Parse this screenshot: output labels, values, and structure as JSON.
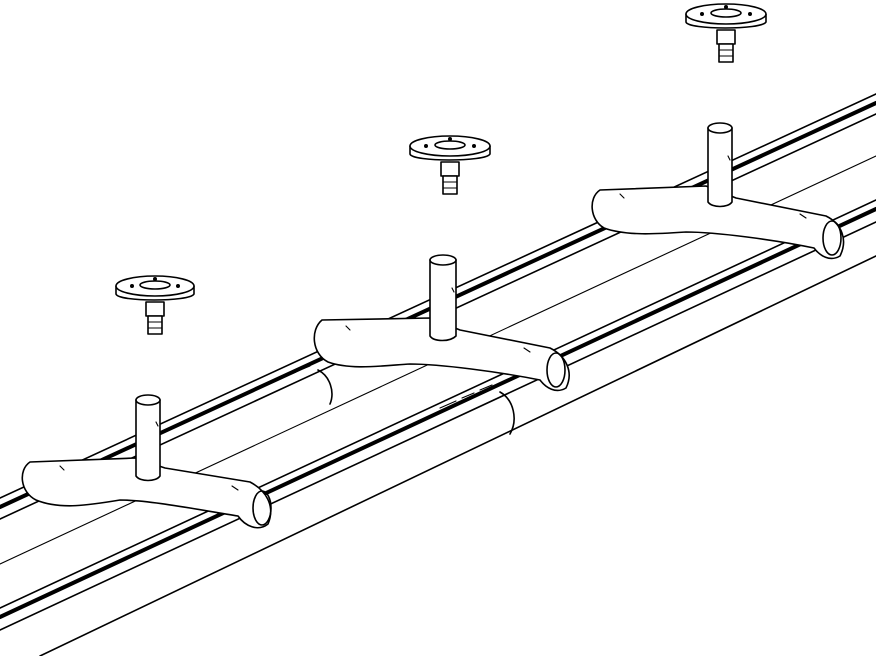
{
  "diagram": {
    "kind": "exploded-assembly-line-drawing",
    "colors": {
      "line": "#000000",
      "background": "#ffffff",
      "fill": "#ffffff"
    },
    "parts": [
      "rail-tube",
      "t-bracket",
      "post",
      "flange-mount",
      "strip-slot"
    ],
    "assemblies": [
      {
        "id": "near",
        "flange": true
      },
      {
        "id": "middle",
        "flange": true
      },
      {
        "id": "far",
        "flange": true
      }
    ]
  }
}
